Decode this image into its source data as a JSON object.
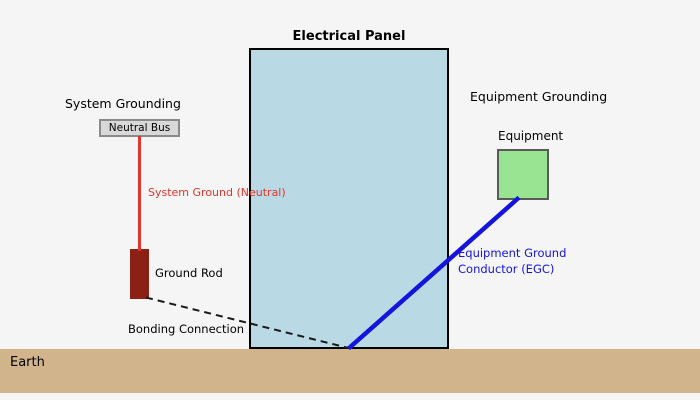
{
  "title": "Electrical Panel",
  "labels": {
    "system_grounding": "System Grounding",
    "equipment_grounding": "Equipment Grounding",
    "neutral_bus": "Neutral Bus",
    "equipment": "Equipment",
    "ground_rod": "Ground Rod",
    "system_ground_conductor": "System Ground (Neutral)",
    "equipment_ground_conductor": "Equipment Ground Conductor (EGC)",
    "bonding_connection": "Bonding Connection",
    "earth": "Earth"
  },
  "colors": {
    "background": "#f5f5f5",
    "panel_fill": "#b9d9e4",
    "panel_border": "#000000",
    "equipment_fill": "#98e493",
    "equipment_border": "#5a5a5a",
    "neutral_bus_fill": "#d8d8d8",
    "neutral_bus_border": "#8a8a8a",
    "ground_rod": "#8b2015",
    "system_ground_red": "#e2352b",
    "egc_blue": "#1414dd",
    "bonding_black": "#1a1a1a",
    "earth_tan": "#d2b48c",
    "text": "#000000"
  }
}
